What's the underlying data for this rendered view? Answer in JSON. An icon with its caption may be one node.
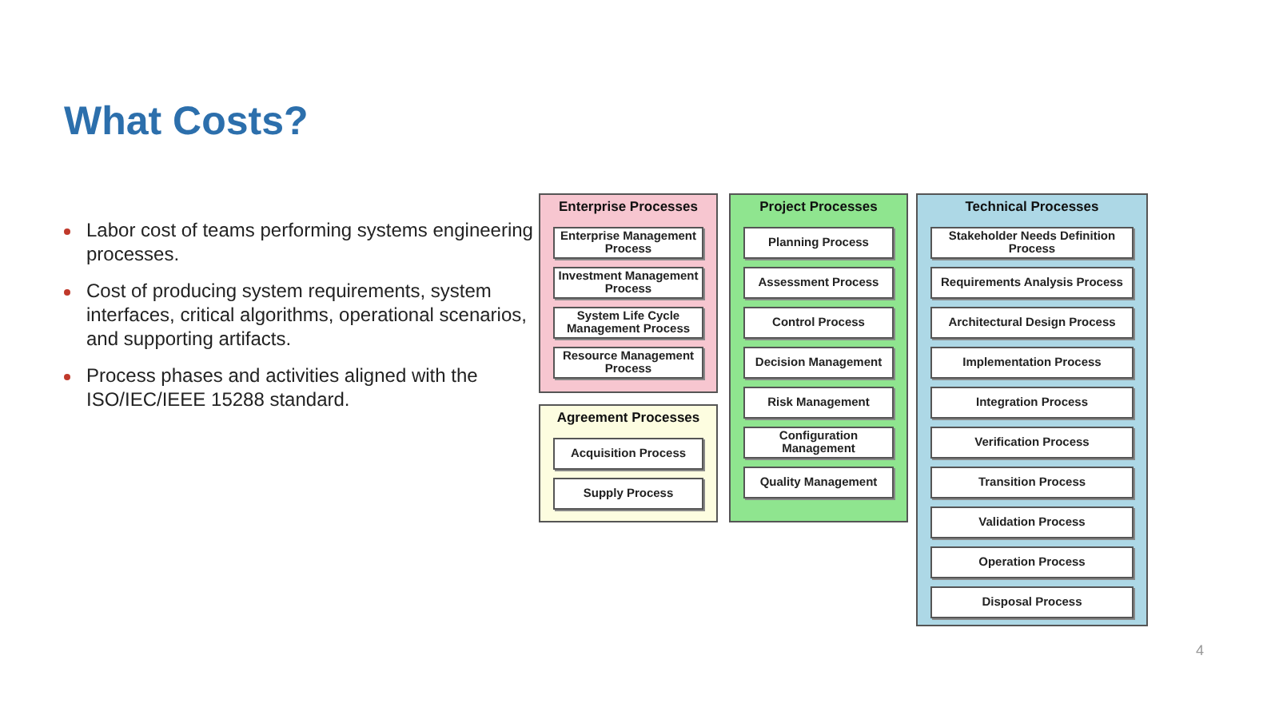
{
  "diagram": {
    "title": "What Costs?",
    "nodes": [
      {
        "text": [
          "Enterprise Processes"
        ]
      },
      {
        "text": [
          "Enterprise Management Process"
        ],
        "in": 0
      },
      {
        "text": [
          "Investment Management Process"
        ],
        "in": 0
      },
      {
        "text": [
          "System Life Cycle Management Process"
        ],
        "in": 0
      },
      {
        "text": [
          "Resource Management Process"
        ],
        "in": 0
      },
      {
        "text": [
          "Agreement Processes"
        ]
      },
      {
        "text": [
          "Acquisition Process"
        ],
        "in": 5
      },
      {
        "text": [
          "Supply Process"
        ],
        "in": 5
      },
      {
        "text": [
          "Project Processes"
        ]
      },
      {
        "text": [
          "Planning Process"
        ],
        "in": 8
      },
      {
        "text": [
          "Assessment Process"
        ],
        "in": 8
      },
      {
        "text": [
          "Control Process"
        ],
        "in": 8
      },
      {
        "text": [
          "Decision Management"
        ],
        "in": 8
      },
      {
        "text": [
          "Risk Management"
        ],
        "in": 8
      },
      {
        "text": [
          "Configuration Management"
        ],
        "in": 8
      },
      {
        "text": [
          "Quality Management"
        ],
        "in": 8
      },
      {
        "text": [
          "Technical Processes"
        ]
      },
      {
        "text": [
          "Stakeholder Needs Definition Process"
        ],
        "in": 16
      },
      {
        "text": [
          "Requirements Analysis Process"
        ],
        "in": 16
      },
      {
        "text": [
          "Architectural Design Process"
        ],
        "in": 16
      },
      {
        "text": [
          "Implementation Process"
        ],
        "in": 16
      },
      {
        "text": [
          "Integration Process"
        ],
        "in": 16
      },
      {
        "text": [
          "Verification Process"
        ],
        "in": 16
      },
      {
        "text": [
          "Transition Process"
        ],
        "in": 16
      },
      {
        "text": [
          "Validation Process"
        ],
        "in": 16
      },
      {
        "text": [
          "Operation Process"
        ],
        "in": 16
      },
      {
        "text": [
          "Disposal Process"
        ],
        "in": 16
      }
    ],
    "edges": [],
    "labels": [
      "Labor cost of teams performing systems engineering processes.",
      "Cost of producing system requirements, system interfaces, critical algorithms, operational scenarios, and supporting artifacts.",
      "Process phases and activities aligned with the ISO/IEC/IEEE 15288 standard.",
      "4"
    ]
  }
}
